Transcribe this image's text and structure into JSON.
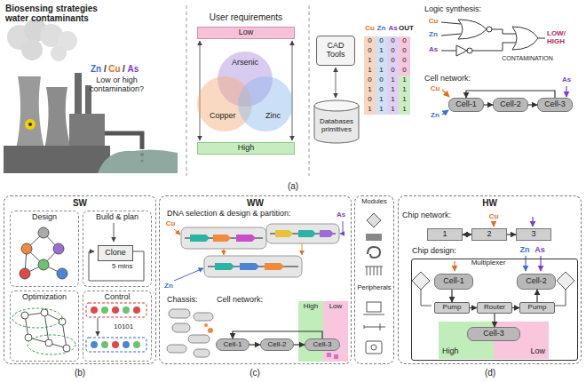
{
  "diagram": {
    "nodes": [
      {
        "text": [
          "Low"
        ]
      },
      {
        "text": [
          "Arsenic"
        ]
      },
      {
        "text": [
          "Copper"
        ]
      },
      {
        "text": [
          "Zinc"
        ]
      },
      {
        "text": [
          "High"
        ]
      },
      {
        "text": [
          "CAD Tools"
        ]
      },
      {
        "text": [
          "Databases primitives"
        ]
      },
      {
        "text": [
          "Cell-1"
        ]
      },
      {
        "text": [
          "Cell-2"
        ]
      },
      {
        "text": [
          "Cell-3"
        ]
      },
      {
        "text": [
          "SW"
        ]
      },
      {
        "text": [
          "Design"
        ],
        "in": 10
      },
      {
        "text": [
          "Build & plan"
        ],
        "in": 10
      },
      {
        "text": [
          "Clone"
        ],
        "in": 12
      },
      {
        "text": [
          "Optimization"
        ],
        "in": 10
      },
      {
        "text": [
          "Control"
        ],
        "in": 10
      },
      {
        "text": [
          "WW"
        ]
      },
      {
        "text": [
          "High"
        ],
        "in": 16
      },
      {
        "text": [
          "Low"
        ],
        "in": 16
      },
      {
        "text": [
          "Cell-1"
        ],
        "in": 16
      },
      {
        "text": [
          "Cell-2"
        ],
        "in": 16
      },
      {
        "text": [
          "Cell-3"
        ],
        "in": 16
      },
      {
        "text": [
          "Modules",
          "Peripherals"
        ]
      },
      {
        "text": [
          "HW"
        ]
      },
      {
        "text": [
          "1"
        ],
        "in": 23
      },
      {
        "text": [
          "2"
        ],
        "in": 23
      },
      {
        "text": [
          "3"
        ],
        "in": 23
      },
      {
        "text": [
          "Chip design:"
        ],
        "in": 23
      },
      {
        "text": [
          "Cell-1"
        ],
        "in": 27
      },
      {
        "text": [
          "Cell-2"
        ],
        "in": 27
      },
      {
        "text": [
          "Pump"
        ],
        "in": 27
      },
      {
        "text": [
          "Router"
        ],
        "in": 27
      },
      {
        "text": [
          "Pump"
        ],
        "in": 27
      },
      {
        "text": [
          "High"
        ],
        "in": 27
      },
      {
        "text": [
          "Low"
        ],
        "in": 27
      },
      {
        "text": [
          "Cell-3"
        ],
        "in": 27
      }
    ],
    "edges": [
      {
        "from": 7,
        "to": 8,
        "arrow": "to"
      },
      {
        "from": 8,
        "to": 9,
        "arrow": "to"
      },
      {
        "from": 9,
        "to": 7,
        "arrow": "to"
      },
      {
        "from": 19,
        "to": 20,
        "arrow": "to"
      },
      {
        "from": 20,
        "to": 21,
        "arrow": "to"
      },
      {
        "from": 21,
        "to": 19,
        "arrow": "to"
      },
      {
        "from": 24,
        "to": 25,
        "arrow": "both"
      },
      {
        "from": 25,
        "to": 26,
        "arrow": "to"
      },
      {
        "from": 28,
        "to": 30,
        "arrow": "to"
      },
      {
        "from": 30,
        "to": 31,
        "arrow": "to"
      },
      {
        "from": 31,
        "to": 32,
        "arrow": "to"
      },
      {
        "from": 32,
        "to": 29,
        "arrow": "to"
      },
      {
        "from": 31,
        "to": 35,
        "arrow": "to"
      }
    ],
    "labels": [
      "Biosensing strategies water contaminants",
      "Zn",
      "/",
      "Cu",
      "/",
      "As",
      "Low or high contamination?",
      "User requirements",
      "Cu",
      "Zn",
      "As",
      "OUT",
      "0",
      "0",
      "0",
      "0",
      "0",
      "1",
      "0",
      "0",
      "1",
      "0",
      "0",
      "0",
      "1",
      "1",
      "0",
      "0",
      "0",
      "0",
      "1",
      "1",
      "1",
      "0",
      "1",
      "1",
      "0",
      "1",
      "1",
      "1",
      "1",
      "1",
      "1",
      "1",
      "Logic synthesis:",
      "Cu",
      "Zn",
      "As",
      "LOW/ HIGH",
      "CONTAMINATION",
      "Cell network:",
      "Cu",
      "Zn",
      "As",
      "(a)",
      "5 mins",
      "10101",
      "(b)",
      "DNA selection & design & partition:",
      "Cu",
      "As",
      "Zn",
      "Chassis:",
      "Cell network:",
      "(c)",
      "Chip network:",
      "Cu",
      "Zn",
      "As",
      "Multiplexer",
      "(d)"
    ]
  }
}
